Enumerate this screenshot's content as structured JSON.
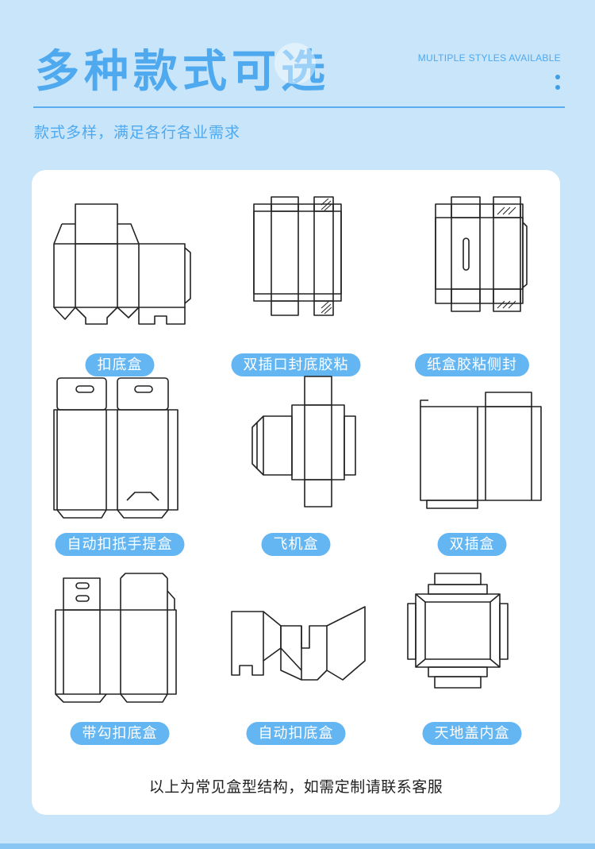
{
  "header": {
    "title": "多种款式可选",
    "en_subtitle": "MULTIPLE STYLES AVAILABLE",
    "subtitle": "款式多样，满足各行各业需求"
  },
  "boxes": [
    {
      "label": "扣底盒",
      "icon": "lock-bottom-box-dieline"
    },
    {
      "label": "双插口封底胶粘",
      "icon": "tuck-glue-bottom-box-dieline"
    },
    {
      "label": "纸盒胶粘侧封",
      "icon": "glued-side-seal-box-dieline"
    },
    {
      "label": "自动扣抵手提盒",
      "icon": "auto-lock-handle-box-dieline"
    },
    {
      "label": "飞机盒",
      "icon": "mailer-box-dieline"
    },
    {
      "label": "双插盒",
      "icon": "double-tuck-box-dieline"
    },
    {
      "label": "带勾扣底盒",
      "icon": "hook-lock-bottom-box-dieline"
    },
    {
      "label": "自动扣底盒",
      "icon": "auto-lock-bottom-box-dieline"
    },
    {
      "label": "天地盖内盒",
      "icon": "lid-base-inner-box-dieline"
    }
  ],
  "footer": {
    "note": "以上为常见盒型结构，如需定制请联系客服"
  },
  "colors": {
    "background": "#c9e5fa",
    "accent": "#4ea9ef",
    "label_bg": "#63b6f2",
    "card": "#ffffff"
  }
}
